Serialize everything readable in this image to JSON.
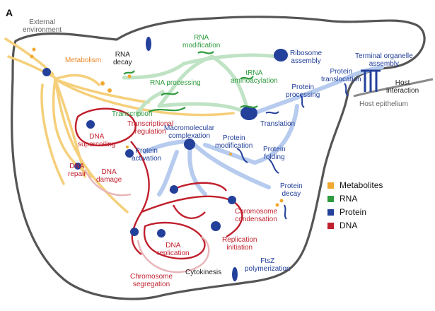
{
  "panel_letter": "A",
  "colors": {
    "metabolites": "#f0a830",
    "rna": "#2e9a3e",
    "protein": "#23409a",
    "dna": "#c01f2c",
    "outline": "#555555",
    "metabolism_label": "#e8882a",
    "gray_label": "#666666",
    "dark_label": "#222222"
  },
  "labels": {
    "external_environment": "External\nenvironment",
    "metabolism": "Metabolism",
    "rna_decay": "RNA\ndecay",
    "rna_modification": "RNA\nmodification",
    "ribosome_assembly": "Ribosome\nassembly",
    "terminal_organelle_assembly": "Terminal organelle\nassembly",
    "rna_processing": "RNA processing",
    "trna_aminoacylation": "tRNA\naminoacylation",
    "protein_translocation": "Protein\ntranslocation",
    "host_interaction": "Host\ninteraction",
    "protein_processing": "Protein\nprocessing",
    "host_epithelium": "Host epithelium",
    "transcription": "Transcription",
    "transcriptional_regulation": "Transcriptional\nregulation",
    "translation": "Translation",
    "macromolecular_complexation": "Macromolecular\ncomplexation",
    "dna_supercoiling": "DNA\nsupercoiling",
    "protein_activation": "Protein\nactivation",
    "protein_modification": "Protein\nmodification",
    "protein_folding": "Protein\nfolding",
    "dna_repair": "DNA\nrepair",
    "dna_damage": "DNA\ndamage",
    "protein_decay": "Protein\ndecay",
    "chromosome_condensation": "Chromosome\ncondensation",
    "dna_replication": "DNA\nreplication",
    "replication_initiation": "Replication\ninitiation",
    "ftsz_polymerization": "FtsZ\npolymerization",
    "cytokinesis": "Cytokinesis",
    "chromosome_segregation": "Chromosome\nsegregation"
  },
  "legend": [
    {
      "label": "Metabolites",
      "color": "#f0a830"
    },
    {
      "label": "RNA",
      "color": "#2e9a3e"
    },
    {
      "label": "Protein",
      "color": "#23409a"
    },
    {
      "label": "DNA",
      "color": "#c01f2c"
    }
  ]
}
